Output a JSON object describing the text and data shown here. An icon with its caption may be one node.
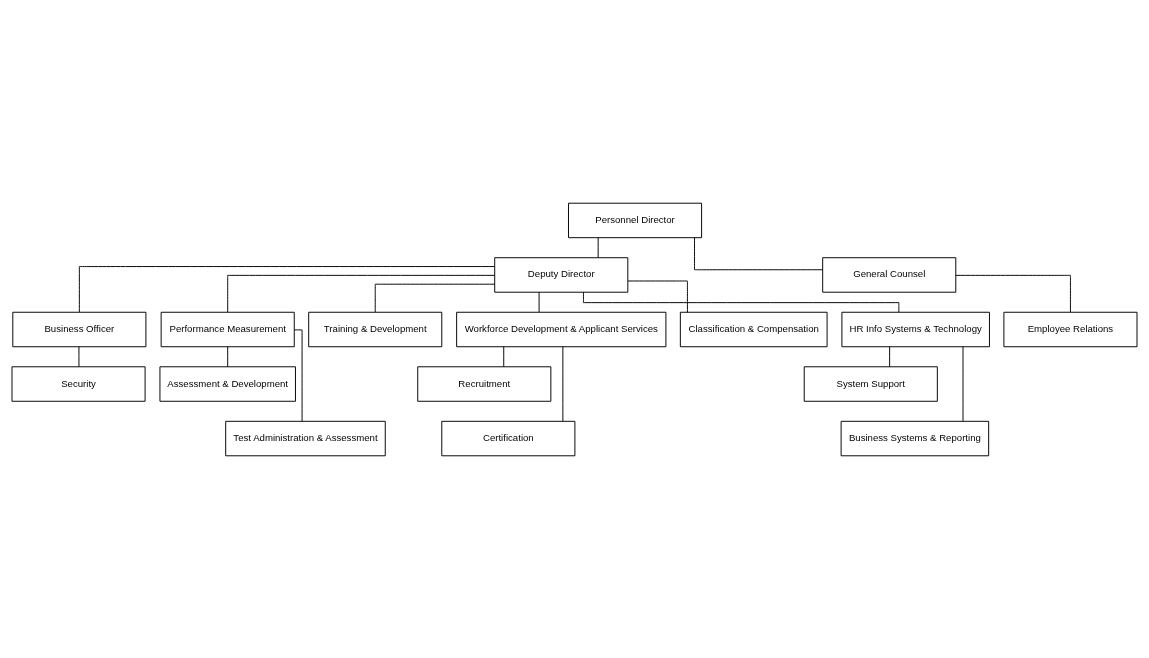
{
  "diagram": {
    "nodes": [
      {
        "text": [
          "Personnel Director"
        ]
      },
      {
        "text": [
          "Deputy Director"
        ]
      },
      {
        "text": [
          "General Counsel"
        ]
      },
      {
        "text": [
          "Employee Relations"
        ]
      },
      {
        "text": [
          "Business Officer"
        ]
      },
      {
        "text": [
          "Security"
        ]
      },
      {
        "text": [
          "Performance Measurement"
        ]
      },
      {
        "text": [
          "Training & Development"
        ]
      },
      {
        "text": [
          "Workforce Development & Applicant Services"
        ]
      },
      {
        "text": [
          "Classification & Compensation"
        ]
      },
      {
        "text": [
          "HR Info Systems & Technology"
        ]
      },
      {
        "text": [
          "Assessment & Development"
        ]
      },
      {
        "text": [
          "Test Administration & Assessment"
        ]
      },
      {
        "text": [
          "Recruitment"
        ]
      },
      {
        "text": [
          "Certification"
        ]
      },
      {
        "text": [
          "System Support"
        ]
      },
      {
        "text": [
          "Business Systems & Reporting"
        ]
      }
    ],
    "edges": [
      {
        "from": 0,
        "to": 1,
        "arrow": "none"
      },
      {
        "from": 0,
        "to": 2,
        "arrow": "none"
      },
      {
        "from": 2,
        "to": 3,
        "arrow": "none"
      },
      {
        "from": 1,
        "to": 4,
        "arrow": "none"
      },
      {
        "from": 4,
        "to": 5,
        "arrow": "none"
      },
      {
        "from": 1,
        "to": 6,
        "arrow": "none"
      },
      {
        "from": 1,
        "to": 7,
        "arrow": "none"
      },
      {
        "from": 1,
        "to": 8,
        "arrow": "none"
      },
      {
        "from": 1,
        "to": 9,
        "arrow": "none"
      },
      {
        "from": 1,
        "to": 10,
        "arrow": "none"
      },
      {
        "from": 6,
        "to": 11,
        "arrow": "none"
      },
      {
        "from": 6,
        "to": 12,
        "arrow": "none"
      },
      {
        "from": 8,
        "to": 13,
        "arrow": "none"
      },
      {
        "from": 8,
        "to": 14,
        "arrow": "none"
      },
      {
        "from": 10,
        "to": 15,
        "arrow": "none"
      },
      {
        "from": 10,
        "to": 16,
        "arrow": "none"
      }
    ]
  }
}
